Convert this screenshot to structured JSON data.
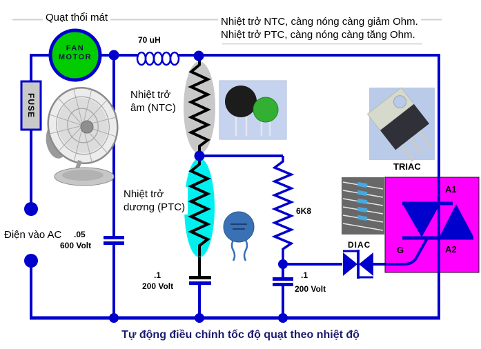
{
  "header": {
    "fan_title": "Quạt thổi mát",
    "note_line1": "Nhiệt trở NTC, càng nóng càng giảm Ohm.",
    "note_line2": "Nhiệt trở PTC, càng nóng càng tăng Ohm."
  },
  "components": {
    "fan_motor": {
      "line1": "FAN",
      "line2": "MOTOR"
    },
    "fuse": "FUSE",
    "inductor": "70 uH",
    "ntc": {
      "line1": "Nhiệt trở",
      "line2": "âm (NTC)"
    },
    "ptc": {
      "line1": "Nhiệt trở",
      "line2": "dương (PTC)"
    },
    "ac_input": "Điện vào AC",
    "cap_input": {
      "value": ".05",
      "voltage": "600 Volt"
    },
    "cap_left": {
      "value": ".1",
      "voltage": "200 Volt"
    },
    "cap_right": {
      "value": ".1",
      "voltage": "200 Volt"
    },
    "resistor": "6K8",
    "diac": "DIAC",
    "triac": {
      "label": "TRIAC",
      "a1": "A1",
      "a2": "A2",
      "g": "G"
    }
  },
  "caption": "Tự động điều chỉnh tốc độ quạt theo nhiệt độ",
  "images": {
    "fan_photo": "table-fan-photo",
    "ntc_photo": "ntc-thermistor-photo",
    "ptc_photo": "ptc-thermistor-photo",
    "diac_photo": "diac-components-photo",
    "triac_photo": "triac-to220-photo"
  },
  "colors": {
    "wire": "#0000CC",
    "motor_green": "#00CC00",
    "triac_box": "#FF00FF",
    "ptc_cyan": "#00F0F0",
    "ntc_gray": "#C8C8C8"
  }
}
